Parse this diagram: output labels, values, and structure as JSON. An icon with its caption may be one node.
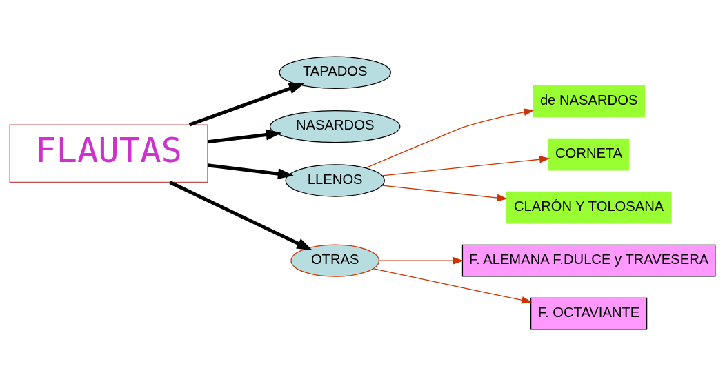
{
  "diagram": {
    "nodes": [
      {
        "text": [
          "FLAUTAS"
        ]
      },
      {
        "text": [
          "TAPADOS"
        ]
      },
      {
        "text": [
          "NASARDOS"
        ]
      },
      {
        "text": [
          "LLENOS"
        ]
      },
      {
        "text": [
          "OTRAS"
        ]
      },
      {
        "text": [
          "de NASARDOS"
        ]
      },
      {
        "text": [
          "CORNETA"
        ]
      },
      {
        "text": [
          "CLARÓN Y TOLOSANA"
        ]
      },
      {
        "text": [
          "F. ALEMANA F.DULCE y TRAVESERA"
        ]
      },
      {
        "text": [
          "F. OCTAVIANTE"
        ]
      }
    ],
    "edges": [
      {
        "from": 0,
        "to": 1,
        "arrow": "to",
        "style": "thick",
        "color": "#000000"
      },
      {
        "from": 0,
        "to": 2,
        "arrow": "to",
        "style": "thick",
        "color": "#000000"
      },
      {
        "from": 0,
        "to": 3,
        "arrow": "to",
        "style": "thick",
        "color": "#000000"
      },
      {
        "from": 0,
        "to": 4,
        "arrow": "to",
        "style": "thick",
        "color": "#000000"
      },
      {
        "from": 3,
        "to": 5,
        "arrow": "to"
      },
      {
        "from": 3,
        "to": 6,
        "arrow": "to"
      },
      {
        "from": 3,
        "to": 7,
        "arrow": "to"
      },
      {
        "from": 4,
        "to": 8,
        "arrow": "to"
      },
      {
        "from": 4,
        "to": 9,
        "arrow": "to"
      }
    ]
  }
}
